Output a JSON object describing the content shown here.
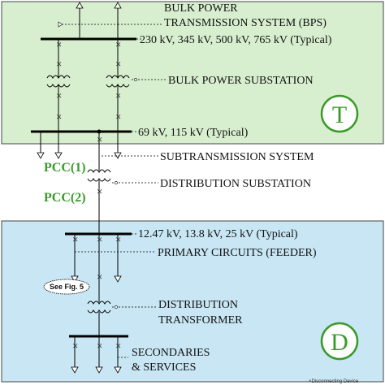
{
  "zones": {
    "top_color": "#d8efcf",
    "bottom_color": "#c8e6f4",
    "top_badge": "T",
    "bottom_badge": "D",
    "badge_color": "#3a9a2a"
  },
  "labels": {
    "bps_line1": "BULK POWER",
    "bps_line2": "TRANSMISSION SYSTEM (BPS)",
    "bps_voltage": "230 kV, 345 kV, 500 kV, 765 kV (Typical)",
    "bulk_substation": "BULK POWER SUBSTATION",
    "subtrans_voltage": "69 kV, 115 kV (Typical)",
    "subtransmission": "SUBTRANSMISSION SYSTEM",
    "pcc1": "PCC(1)",
    "distribution_substation": "DISTRIBUTION SUBSTATION",
    "pcc2": "PCC(2)",
    "dist_voltage": "12.47 kV, 13.8 kV, 25 kV (Typical)",
    "primary_circuits": "PRIMARY CIRCUITS (FEEDER)",
    "see_fig": "See Fig. 5",
    "dist_transformer_line1": "DISTRIBUTION",
    "dist_transformer_line2": "TRANSFORMER",
    "secondaries_line1": "SECONDARIES",
    "secondaries_line2": "& SERVICES",
    "footnote": "×Disconnecting Device"
  }
}
